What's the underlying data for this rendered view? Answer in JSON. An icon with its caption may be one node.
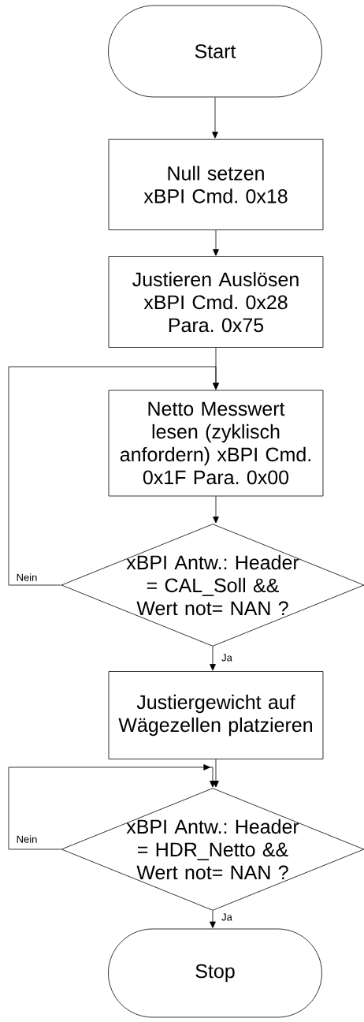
{
  "diagram": {
    "nodes": [
      {
        "text": [
          "Start"
        ]
      },
      {
        "text": [
          "Null setzen xBPI Cmd. 0x18"
        ]
      },
      {
        "text": [
          "Justieren Auslösen xBPI Cmd. 0x28 Para. 0x75"
        ]
      },
      {
        "text": [
          "Netto Messwert lesen (zyklisch anfordern) xBPI Cmd. 0x1F Para. 0x00"
        ]
      },
      {
        "text": [
          "xBPI Antw.: Header = CAL_Soll && Wert  not= NAN ?"
        ]
      },
      {
        "text": [
          "Justiergewicht auf Wägezellen platzieren"
        ]
      },
      {
        "text": [
          "xBPI Antw.: Header = HDR_Netto && Wert  not=  NAN ?"
        ]
      },
      {
        "text": [
          "Stop"
        ]
      }
    ],
    "edges": [
      {
        "from": 0,
        "to": 1,
        "arrow": "to"
      },
      {
        "from": 1,
        "to": 2,
        "arrow": "to"
      },
      {
        "from": 2,
        "to": 3,
        "arrow": "to"
      },
      {
        "from": 3,
        "to": 4,
        "arrow": "to"
      },
      {
        "from": 4,
        "to": 5,
        "arrow": "to",
        "label": "Ja"
      },
      {
        "from": 4,
        "to": 3,
        "arrow": "to",
        "label": "Nein"
      },
      {
        "from": 5,
        "to": 6,
        "arrow": "to"
      },
      {
        "from": 6,
        "to": 6,
        "arrow": "to",
        "label": "Nein"
      },
      {
        "from": 6,
        "to": 7,
        "arrow": "to",
        "label": "Ja"
      }
    ]
  }
}
